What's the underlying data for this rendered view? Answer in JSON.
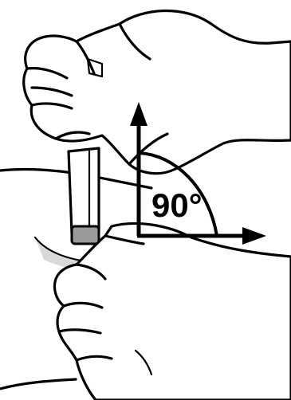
{
  "diagram": {
    "angle_label": "90°",
    "colors": {
      "outline": "#000000",
      "skin": "#ffffff",
      "fold_shadow": "#d9d9d9",
      "pen_tip": "#9a9a9a"
    },
    "icons": [
      "injection-pen",
      "pinched-skin-fold",
      "right-angle-indicator"
    ]
  }
}
